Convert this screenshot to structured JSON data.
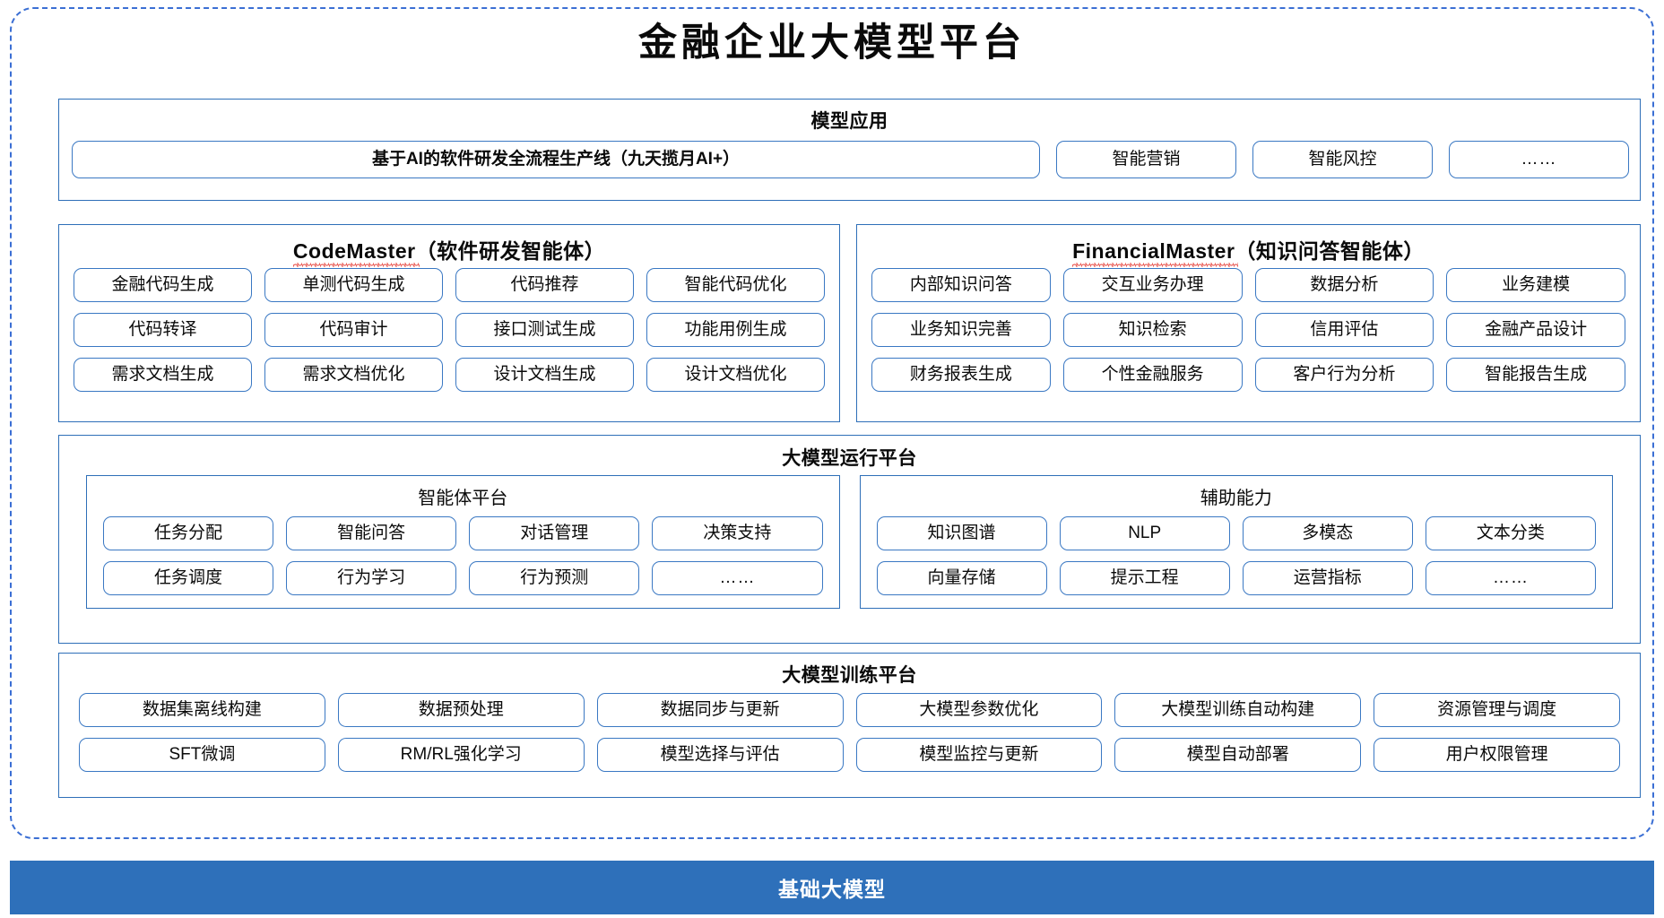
{
  "page": {
    "title": "金融企业大模型平台",
    "accent_blue": "#2e6fb8",
    "pill_border": "#3a78c3",
    "footer_blue": "#2e70ba",
    "dashed_border": "#3b6fd4"
  },
  "model_application": {
    "title": "模型应用",
    "primary_pill": "基于AI的软件研发全流程生产线（九天揽月AI+）",
    "pills": [
      "智能营销",
      "智能风控",
      "……"
    ]
  },
  "code_master": {
    "latin": "CodeMaster",
    "suffix": "（软件研发智能体）",
    "pills": [
      "金融代码生成",
      "单测代码生成",
      "代码推荐",
      "智能代码优化",
      "代码转译",
      "代码审计",
      "接口测试生成",
      "功能用例生成",
      "需求文档生成",
      "需求文档优化",
      "设计文档生成",
      "设计文档优化"
    ]
  },
  "financial_master": {
    "latin": "FinancialMaster",
    "suffix": "（知识问答智能体）",
    "pills": [
      "内部知识问答",
      "交互业务办理",
      "数据分析",
      "业务建模",
      "业务知识完善",
      "知识检索",
      "信用评估",
      "金融产品设计",
      "财务报表生成",
      "个性金融服务",
      "客户行为分析",
      "智能报告生成"
    ]
  },
  "runtime_platform": {
    "title": "大模型运行平台",
    "agent_platform": {
      "title": "智能体平台",
      "pills": [
        "任务分配",
        "智能问答",
        "对话管理",
        "决策支持",
        "任务调度",
        "行为学习",
        "行为预测",
        "……"
      ]
    },
    "auxiliary": {
      "title": "辅助能力",
      "pills": [
        "知识图谱",
        "NLP",
        "多模态",
        "文本分类",
        "向量存储",
        "提示工程",
        "运营指标",
        "……"
      ]
    }
  },
  "training_platform": {
    "title": "大模型训练平台",
    "pills": [
      "数据集离线构建",
      "数据预处理",
      "数据同步与更新",
      "大模型参数优化",
      "大模型训练自动构建",
      "资源管理与调度",
      "SFT微调",
      "RM/RL强化学习",
      "模型选择与评估",
      "模型监控与更新",
      "模型自动部署",
      "用户权限管理"
    ]
  },
  "footer": {
    "label": "基础大模型"
  }
}
